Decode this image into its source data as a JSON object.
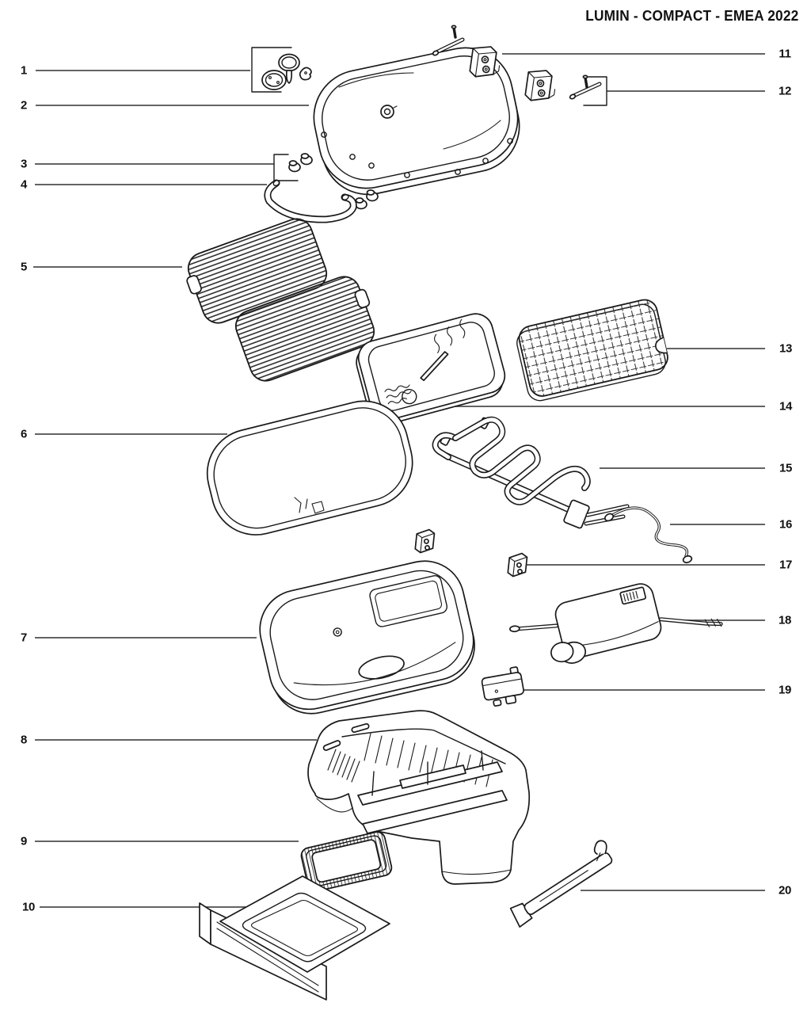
{
  "title": "LUMIN - COMPACT - EMEA 2022",
  "diagram_type": "exploded-parts-diagram",
  "colors": {
    "background": "#ffffff",
    "line_art": "#1a1a1a",
    "leader_line": "#4d4d4d",
    "label_text": "#111111"
  },
  "callouts": [
    {
      "number": "1",
      "side": "left",
      "part": "control-knob-and-bezel"
    },
    {
      "number": "2",
      "side": "left",
      "part": "lid"
    },
    {
      "number": "3",
      "side": "left",
      "part": "grommets"
    },
    {
      "number": "4",
      "side": "left",
      "part": "lid-handle"
    },
    {
      "number": "5",
      "side": "left",
      "part": "cooking-grates"
    },
    {
      "number": "6",
      "side": "left",
      "part": "lid-liner-panel"
    },
    {
      "number": "7",
      "side": "left",
      "part": "cookbox"
    },
    {
      "number": "8",
      "side": "left",
      "part": "base-cradle"
    },
    {
      "number": "9",
      "side": "left",
      "part": "drip-pan"
    },
    {
      "number": "10",
      "side": "left",
      "part": "grease-tray-drawer"
    },
    {
      "number": "11",
      "side": "right",
      "part": "hinge-brackets"
    },
    {
      "number": "12",
      "side": "right",
      "part": "hinge-pins"
    },
    {
      "number": "13",
      "side": "right",
      "part": "grilling-rack"
    },
    {
      "number": "14",
      "side": "right",
      "part": "steam-tray"
    },
    {
      "number": "15",
      "side": "right",
      "part": "heating-element"
    },
    {
      "number": "16",
      "side": "right",
      "part": "ground-wire"
    },
    {
      "number": "17",
      "side": "right",
      "part": "mounting-clips"
    },
    {
      "number": "18",
      "side": "right",
      "part": "control-module"
    },
    {
      "number": "19",
      "side": "right",
      "part": "power-connector"
    },
    {
      "number": "20",
      "side": "right",
      "part": "scraper-tool"
    }
  ]
}
